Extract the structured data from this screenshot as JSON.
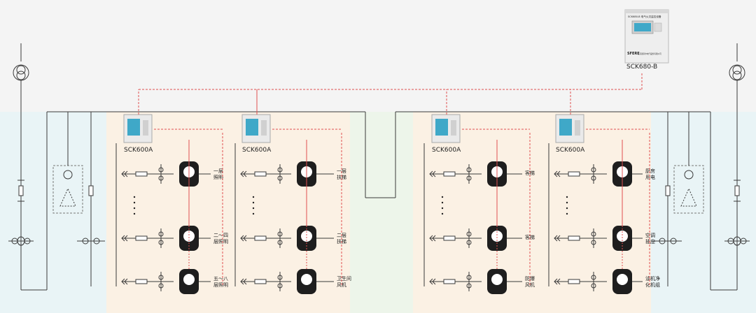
{
  "main_device": {
    "model_label": "SCK680-B",
    "panel_brand": "SFERE",
    "panel_title": "SCK680-B 电气火灾监控设备",
    "panel_footer": "江苏斯菲尔电气股份有限公司"
  },
  "meter_label": "SCK600A",
  "groups": [
    {
      "label": "SCK600A",
      "loads": [
        "一层照明",
        "",
        "二~四层照明",
        "五~八层照明"
      ]
    },
    {
      "label": "SCK600A",
      "loads": [
        "一层扶梯",
        "",
        "二层扶梯",
        "卫生间风机"
      ]
    },
    {
      "label": "SCK600A",
      "loads": [
        "客梯",
        "",
        "客梯",
        "防爆风机"
      ]
    },
    {
      "label": "SCK600A",
      "loads": [
        "厨房用电",
        "",
        "空调插座",
        "油机净化机组"
      ]
    }
  ],
  "load_text": {
    "g1": [
      [
        "一层",
        "照明"
      ],
      [
        "二～四",
        "层照明"
      ],
      [
        "五～八",
        "层照明"
      ]
    ],
    "g2": [
      [
        "一层",
        "扶梯"
      ],
      [
        "二层",
        "扶梯"
      ],
      [
        "卫生间",
        "风机"
      ]
    ],
    "g3": [
      [
        "客梯"
      ],
      [
        "客梯"
      ],
      [
        "防爆",
        "风机"
      ]
    ],
    "g4": [
      [
        "厨房",
        "用电"
      ],
      [
        "空调",
        "插座"
      ],
      [
        "油机净",
        "化机组"
      ]
    ]
  },
  "colors": {
    "line": "#3a3a3a",
    "signal": "#e05050",
    "zone_blue": "#e9f4f6",
    "zone_green": "#edf5ea",
    "zone_orange": "#fbf1e4",
    "screen": "#3fa8c8"
  }
}
